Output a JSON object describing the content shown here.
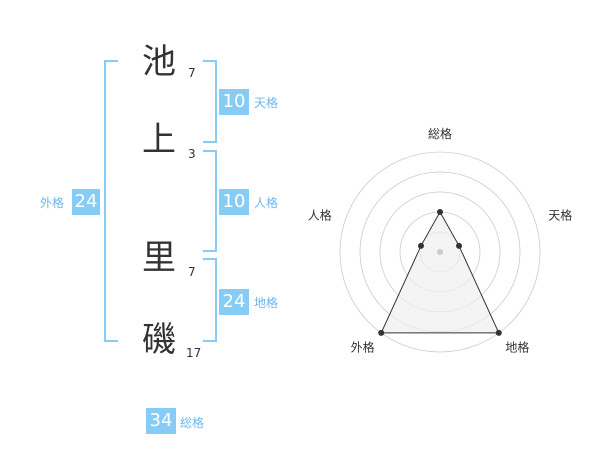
{
  "name": {
    "characters": [
      {
        "char": "池",
        "strokes": "7"
      },
      {
        "char": "上",
        "strokes": "3"
      },
      {
        "char": "里",
        "strokes": "7"
      },
      {
        "char": "磯",
        "strokes": "17"
      }
    ]
  },
  "kaku": {
    "tenkaku": {
      "value": "10",
      "label": "天格"
    },
    "jinkaku": {
      "value": "10",
      "label": "人格"
    },
    "chikaku": {
      "value": "24",
      "label": "地格"
    },
    "gaikaku": {
      "value": "24",
      "label": "外格"
    },
    "soukaku": {
      "value": "34",
      "label": "総格"
    }
  },
  "chart_data": {
    "type": "radar",
    "axes": [
      "総格",
      "天格",
      "地格",
      "外格",
      "人格"
    ],
    "levels": 5,
    "values": [
      2,
      1,
      5,
      5,
      1
    ],
    "colors": {
      "ring": "#cccccc",
      "fill": "#f0f0f0",
      "line": "#333333",
      "point": "#333333",
      "center": "#cccccc"
    }
  }
}
